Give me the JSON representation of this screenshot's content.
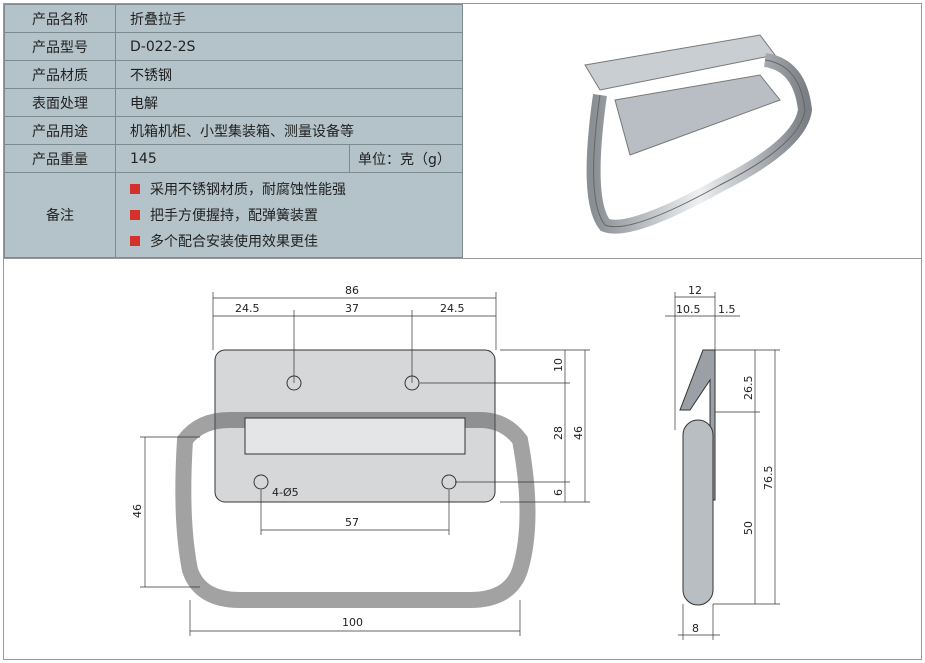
{
  "specs": {
    "name": {
      "label": "产品名称",
      "value": "折叠拉手"
    },
    "model": {
      "label": "产品型号",
      "value": "D-022-2S"
    },
    "material": {
      "label": "产品材质",
      "value": "不锈钢"
    },
    "surface": {
      "label": "表面处理",
      "value": "电解"
    },
    "usage": {
      "label": "产品用途",
      "value": "机箱机柜、小型集装箱、测量设备等"
    },
    "weight": {
      "label": "产品重量",
      "value": "145",
      "unit": "单位：克（g）"
    },
    "notes": {
      "label": "备注",
      "items": [
        "采用不锈钢材质，耐腐蚀性能强",
        "把手方便握持，配弹簧装置",
        "多个配合安装使用效果更佳"
      ]
    }
  },
  "colors": {
    "table_bg": "#b4c2c9",
    "bullet": "#d2322a"
  },
  "front_dims": {
    "total": "86",
    "left": "24.5",
    "mid": "37",
    "right": "24.5",
    "h10": "10",
    "h28": "28",
    "h46r": "46",
    "h6": "6",
    "hole": "4-Ø5",
    "h57": "57",
    "h46l": "46",
    "w100": "100"
  },
  "side_dims": {
    "w12": "12",
    "w10_5": "10.5",
    "w1_5": "1.5",
    "h26_5": "26.5",
    "h76_5": "76.5",
    "h50": "50",
    "w8": "8"
  }
}
